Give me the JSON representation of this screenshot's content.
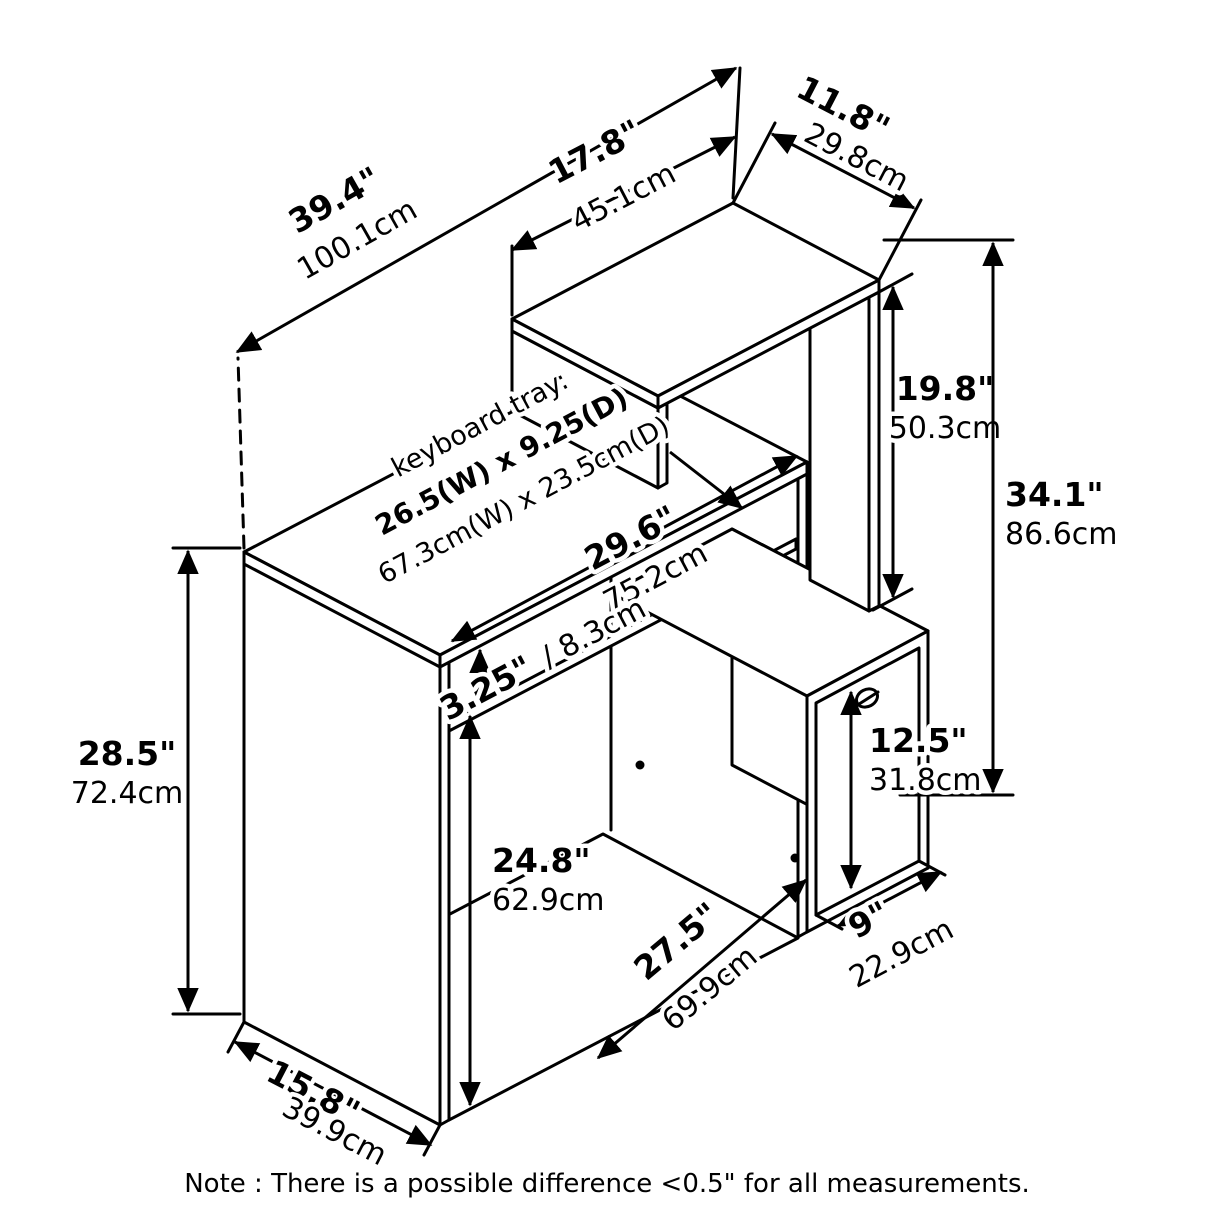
{
  "note": "Note : There is a possible difference <0.5\" for all measurements.",
  "keyboard_tray": {
    "line1": "keyboard tray:",
    "line2": "26.5(W) x 9.25(D)",
    "line3": "67.3cm(W) x 23.5cm(D)"
  },
  "dimensions": {
    "overall_width": {
      "inches": "39.4\"",
      "cm": "100.1cm"
    },
    "upper_shelf_width": {
      "inches": "17.8\"",
      "cm": "45.1cm"
    },
    "upper_shelf_depth": {
      "inches": "11.8\"",
      "cm": "29.8cm"
    },
    "shelf_to_top_height": {
      "inches": "19.8\"",
      "cm": "50.3cm"
    },
    "overall_height": {
      "inches": "34.1\"",
      "cm": "86.6cm"
    },
    "desktop_width": {
      "inches": "29.6\"",
      "cm": "75.2cm"
    },
    "tray_clearance": {
      "inches": "3.25\"",
      "cm": "/ 8.3cm"
    },
    "desk_height": {
      "inches": "28.5\"",
      "cm": "72.4cm"
    },
    "underdesk_clearance": {
      "inches": "24.8\"",
      "cm": "62.9cm"
    },
    "underdesk_width": {
      "inches": "27.5\"",
      "cm": "69.9cm"
    },
    "bin_height": {
      "inches": "12.5\"",
      "cm": "31.8cm"
    },
    "bin_width": {
      "inches": "9\"",
      "cm": "22.9cm"
    },
    "desk_depth": {
      "inches": "15.8\"",
      "cm": "39.9cm"
    }
  }
}
